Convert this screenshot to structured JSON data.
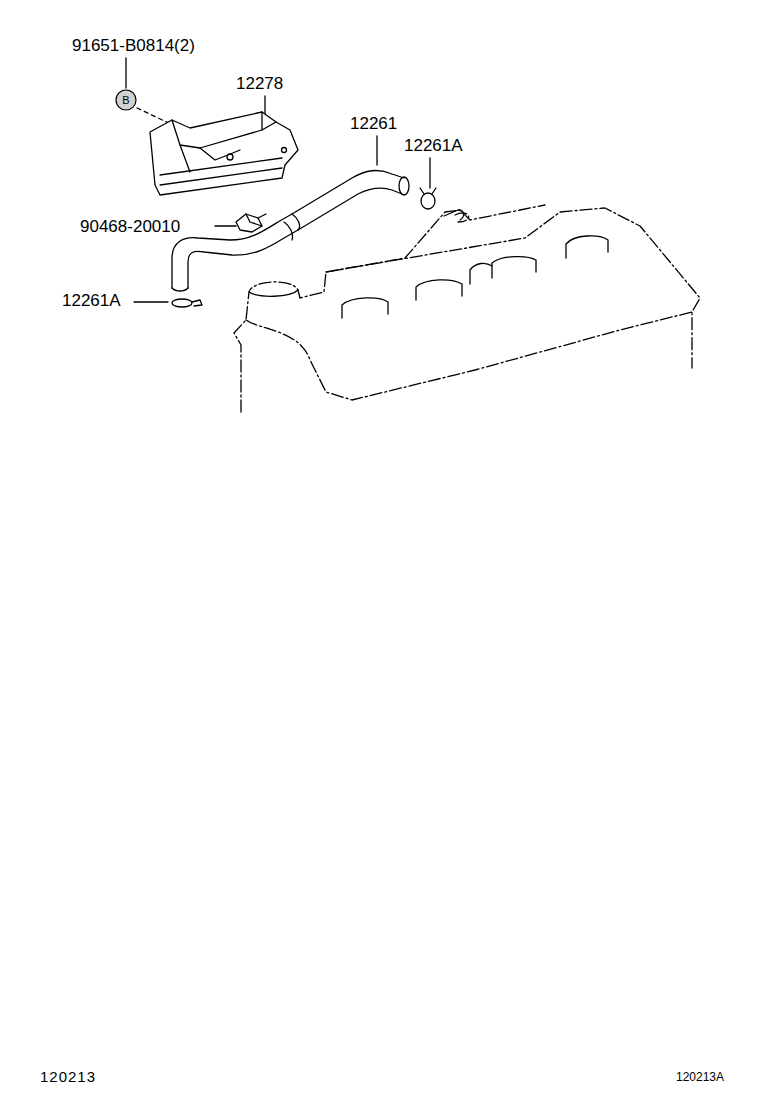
{
  "diagram": {
    "nodes": [
      {
        "text": [
          "B"
        ]
      }
    ],
    "edges": [],
    "labels": [
      "91651-B0814(2)",
      "12278",
      "12261",
      "12261A",
      "90468-20010",
      "12261A",
      "120213",
      "120213A"
    ]
  }
}
